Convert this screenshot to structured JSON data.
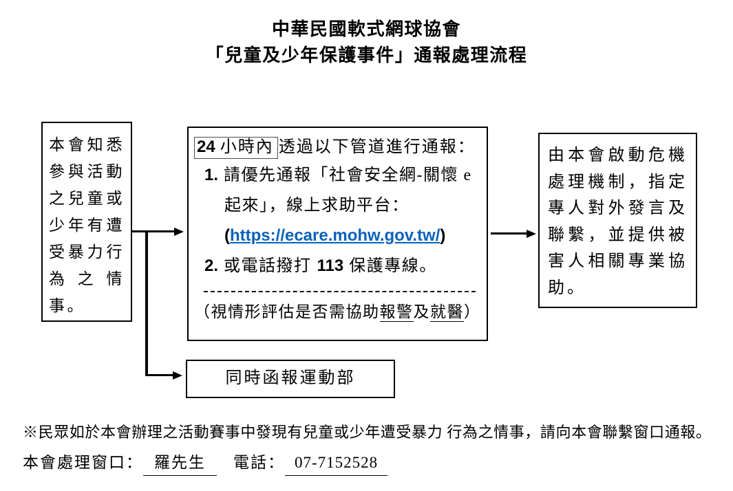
{
  "title": {
    "line1": "中華民國軟式網球協會",
    "line2": "「兒童及少年保護事件」通報處理流程"
  },
  "flowchart": {
    "left_box": {
      "text": "本會知悉參與活動之兒童或少年有遭受暴力行為之情事。"
    },
    "middle_box": {
      "boxed_num": "24",
      "boxed_text": "小時內",
      "header_rest": "透過以下管道進行通報：",
      "item1_num": "1.",
      "item1_line1": "請優先通報「社會安全網-關懷 e",
      "item1_line2": "起來」，線上求助平台：",
      "url_open": "(",
      "url": "https://ecare.mohw.gov.tw/",
      "url_close": ")",
      "item2_num": "2.",
      "item2_pre": "或電話撥打",
      "item2_hotline": "113",
      "item2_post": "保護專線。",
      "note_open": "（視情形評估是否需協助",
      "note_underline1": "報警",
      "note_mid": "及",
      "note_underline2": "就醫",
      "note_close": "）"
    },
    "right_box": {
      "text": "由本會啟動危機處理機制，指定專人對外發言及聯繫，並提供被害人相關專業協助。"
    },
    "bottom_box": {
      "text": "同時函報運動部"
    }
  },
  "footer": {
    "note": "※民眾如於本會辦理之活動賽事中發現有兒童或少年遭受暴力 行為之情事，請向本會聯繫窗口通報。",
    "contact_label": "本會處理窗口：",
    "contact_name": "羅先生",
    "phone_label": "電話：",
    "phone_number": "07-7152528"
  },
  "colors": {
    "link_blue": "#0B62BA",
    "text": "#000000",
    "background": "#FFFFFF"
  }
}
